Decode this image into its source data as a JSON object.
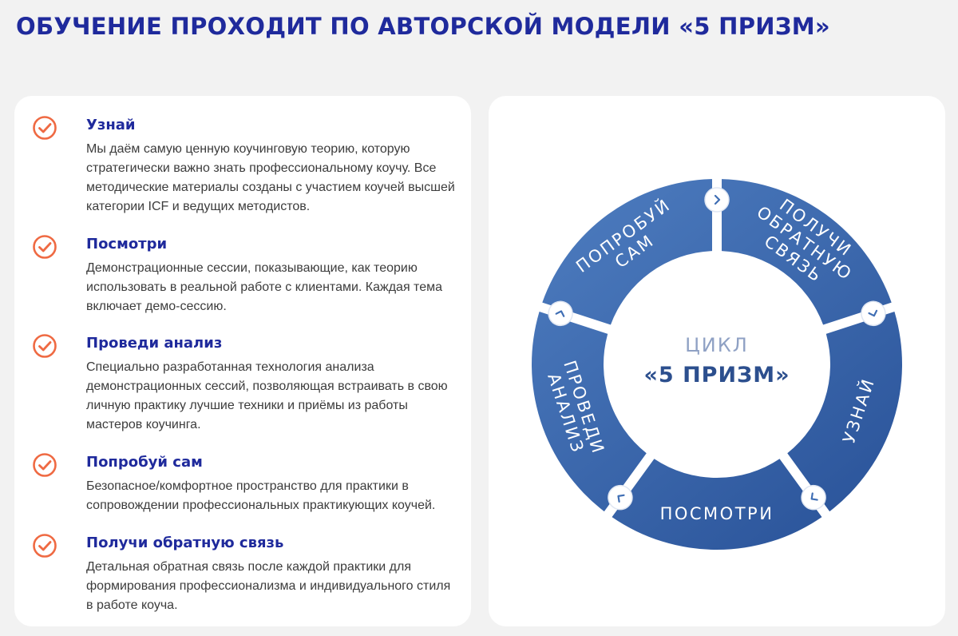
{
  "title": "ОБУЧЕНИЕ ПРОХОДИТ ПО АВТОРСКОЙ МОДЕЛИ «5 ПРИЗМ»",
  "steps": [
    {
      "title": "Узнай",
      "description": "Мы даём самую ценную коучинговую теорию, которую стратегически важно знать профессиональному коучу. Все методические материалы созданы с участием коучей высшей категории ICF и ведущих методистов."
    },
    {
      "title": "Посмотри",
      "description": "Демонстрационные сессии, показывающие, как теорию использовать в реальной работе с клиентами. Каждая тема включает демо-сессию."
    },
    {
      "title": "Проведи анализ",
      "description": "Специально разработанная технология анализа демонстрационных сессий, позволяющая встраивать в свою личную практику лучшие техники и приёмы из работы мастеров коучинга."
    },
    {
      "title": "Попробуй сам",
      "description": "Безопасное/комфортное пространство для практики в сопровождении профессиональных практикующих коучей."
    },
    {
      "title": "Получи обратную связь",
      "description": "Детальная обратная связь после каждой практики для формирования профессионализма и индивидуального стиля в работе коуча."
    }
  ],
  "cycle": {
    "center_line1": "ЦИКЛ",
    "center_line2": "«5 ПРИЗМ»",
    "segments": [
      {
        "lines": [
          "УЗНАЙ"
        ]
      },
      {
        "lines": [
          "ПОСМОТРИ"
        ]
      },
      {
        "lines": [
          "ПРОВЕДИ",
          "АНАЛИЗ"
        ]
      },
      {
        "lines": [
          "ПОПРОБУЙ",
          "САМ"
        ]
      },
      {
        "lines": [
          "ПОЛУЧИ",
          "ОБРАТНУЮ",
          "СВЯЗЬ"
        ]
      }
    ]
  },
  "colors": {
    "title": "#1f2a9c",
    "check": "#ef6a43",
    "ring_light": "#4a78bb",
    "ring_dark": "#2a549a"
  },
  "icons": {
    "step": "check-circle-icon",
    "connector": "chevron-icon"
  }
}
